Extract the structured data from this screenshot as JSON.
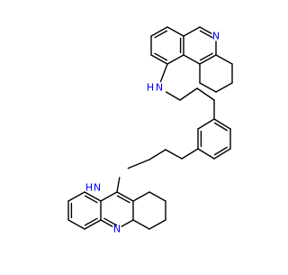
{
  "colors": {
    "background": "#ffffff",
    "bond": "#000000",
    "nitrogen": "#0000ff"
  },
  "atom_labels": {
    "ring_n_top": "N",
    "amine_top": "N",
    "amine_h_top": "H",
    "amine_bottom": "N",
    "amine_h_bottom": "H",
    "ring_n_bottom": "N"
  }
}
